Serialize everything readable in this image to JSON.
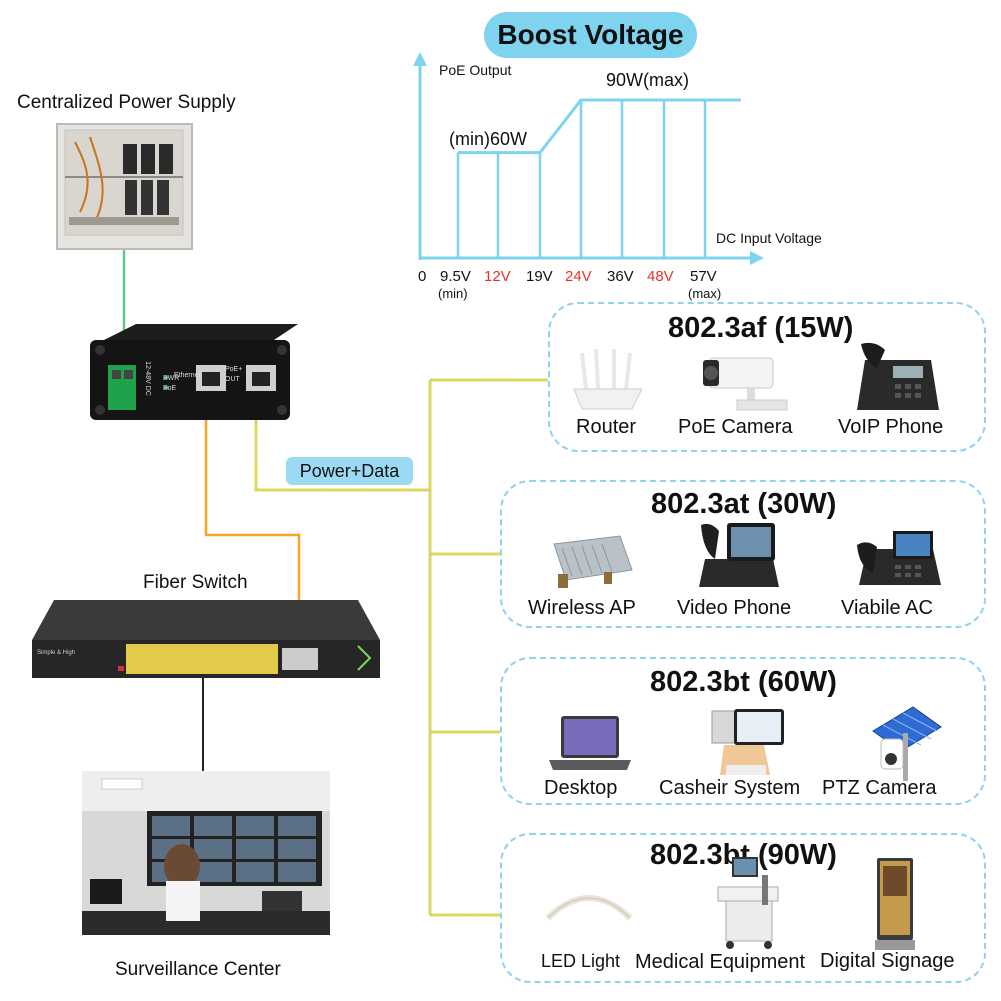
{
  "left": {
    "power_supply_label": "Centralized Power Supply",
    "fiber_switch_label": "Fiber Switch",
    "surveillance_label": "Surveillance Center",
    "injector_port_labels": [
      "12-48V DC",
      "PWR",
      "PoE",
      "Ethernet",
      "PoE+",
      "OUT"
    ],
    "switch_brand_text": "Simple & High"
  },
  "power_data_label": "Power+Data",
  "chart": {
    "title": "Boost Voltage",
    "y_axis_label": "PoE Output",
    "x_axis_label": "DC Input Voltage",
    "min_label": "(min)60W",
    "max_label": "90W(max)",
    "ticks": [
      {
        "label": "0",
        "sub": "",
        "highlight": false
      },
      {
        "label": "9.5V",
        "sub": "(min)",
        "highlight": false
      },
      {
        "label": "12V",
        "sub": "",
        "highlight": true
      },
      {
        "label": "19V",
        "sub": "",
        "highlight": false
      },
      {
        "label": "24V",
        "sub": "",
        "highlight": true
      },
      {
        "label": "36V",
        "sub": "",
        "highlight": false
      },
      {
        "label": "48V",
        "sub": "",
        "highlight": true
      },
      {
        "label": "57V",
        "sub": "(max)",
        "highlight": false
      }
    ],
    "line_color": "#7ed3ef",
    "highlight_color": "#e8322b"
  },
  "chart_data": {
    "type": "line",
    "title": "Boost Voltage",
    "xlabel": "DC Input Voltage",
    "ylabel": "PoE Output",
    "x": [
      "9.5V",
      "12V",
      "19V",
      "24V",
      "36V",
      "48V",
      "57V"
    ],
    "series": [
      {
        "values": [
          60,
          60,
          60,
          90,
          90,
          90,
          90
        ]
      }
    ],
    "annotations": [
      "(min)60W",
      "90W(max)"
    ]
  },
  "categories": [
    {
      "title": "802.3af (15W)",
      "devices": [
        {
          "label": "Router",
          "icon": "router-icon"
        },
        {
          "label": "PoE Camera",
          "icon": "poe-camera-icon"
        },
        {
          "label": "VoIP Phone",
          "icon": "voip-phone-icon"
        }
      ]
    },
    {
      "title": "802.3at (30W)",
      "devices": [
        {
          "label": "Wireless AP",
          "icon": "wireless-ap-icon"
        },
        {
          "label": "Video Phone",
          "icon": "video-phone-icon"
        },
        {
          "label": "Viabile AC",
          "icon": "viabile-ac-icon"
        }
      ]
    },
    {
      "title": "802.3bt (60W)",
      "devices": [
        {
          "label": "Desktop",
          "icon": "laptop-icon"
        },
        {
          "label": "Casheir System",
          "icon": "cashier-system-icon"
        },
        {
          "label": "PTZ Camera",
          "icon": "ptz-camera-icon"
        }
      ]
    },
    {
      "title": "802.3bt (90W)",
      "devices": [
        {
          "label": "LED Light",
          "icon": "led-light-icon"
        },
        {
          "label": "Medical Equipment",
          "icon": "medical-equipment-icon"
        },
        {
          "label": "Digital Signage",
          "icon": "digital-signage-icon"
        }
      ]
    }
  ],
  "colors": {
    "accent": "#7ed3ef",
    "box_border": "#8fd2ea",
    "cable_orange": "#f5a623",
    "cable_yellow": "#e9d84a",
    "cable_green": "#5cc98a"
  }
}
